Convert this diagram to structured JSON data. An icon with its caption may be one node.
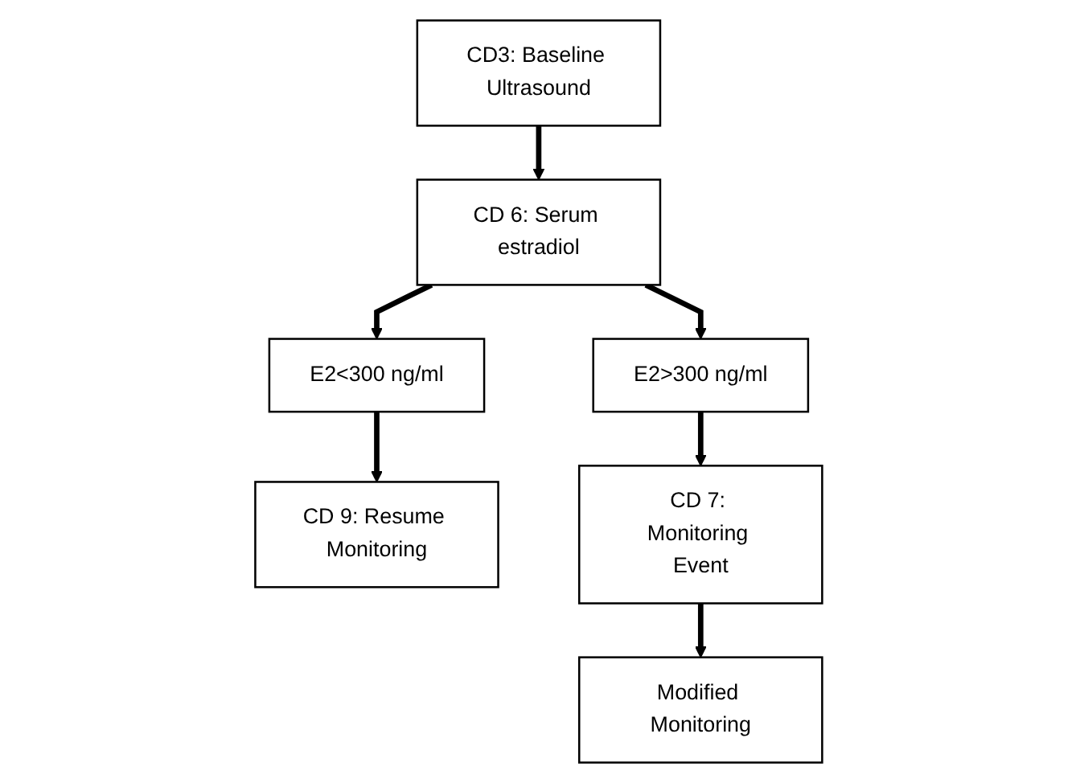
{
  "diagram": {
    "nodes": [
      {
        "text": [
          "CD3: Baseline Ultrasound"
        ]
      },
      {
        "text": [
          "CD 6: Serum estradiol"
        ]
      },
      {
        "text": [
          "E2<300 ng/ml"
        ]
      },
      {
        "text": [
          "CD 9: Resume Monitoring"
        ]
      },
      {
        "text": [
          "E2>300 ng/ml"
        ]
      },
      {
        "text": [
          "CD 7: Monitoring Event"
        ]
      },
      {
        "text": [
          "Modified Monitoring"
        ]
      }
    ],
    "edges": [
      {
        "from": 0,
        "to": 1,
        "arrow": "to"
      },
      {
        "from": 1,
        "to": 2,
        "arrow": "to"
      },
      {
        "from": 2,
        "to": 3,
        "arrow": "to"
      },
      {
        "from": 1,
        "to": 4,
        "arrow": "to"
      },
      {
        "from": 4,
        "to": 5,
        "arrow": "to"
      },
      {
        "from": 5,
        "to": 6,
        "arrow": "to"
      }
    ]
  }
}
